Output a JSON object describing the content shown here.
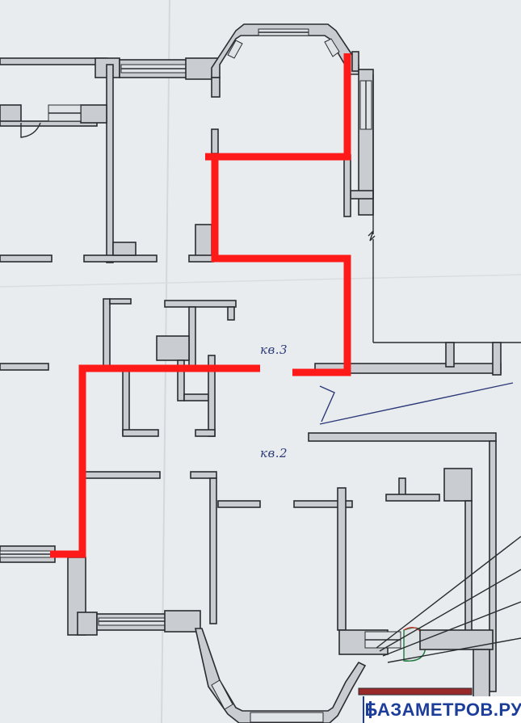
{
  "labels": {
    "apartment_3": "кв.3",
    "apartment_2": "кв.2"
  },
  "watermark": "БАЗАМЕТРОВ.РУ",
  "colors": {
    "paper": "#e9ecef",
    "wall_fill": "#c9ccd0",
    "wall_line": "#2a2c30",
    "partition_highlight": "#ff1a1a",
    "handwriting": "#2c3a78",
    "watermark": "#1c3d9a"
  }
}
